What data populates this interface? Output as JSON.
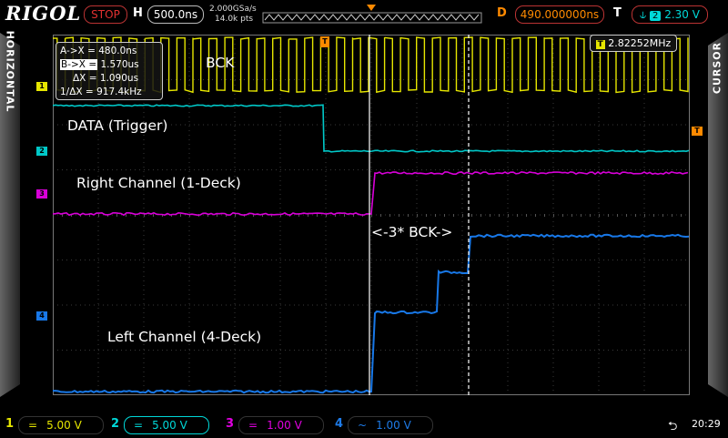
{
  "top": {
    "brand": "RIGOL",
    "run_status": "STOP",
    "h_label": "H",
    "timebase": "500.0ns",
    "sample_rate": "2.000GSa/s",
    "memory_depth": "14.0k pts",
    "delay_label": "D",
    "delay": "490.000000ns",
    "trigger_label": "T",
    "trigger_channel": "2",
    "trigger_level": "2.30 V"
  },
  "side": {
    "left": "HORIZONTAL",
    "right": "CURSOR"
  },
  "cursor": {
    "a_label": "A->X =",
    "a_value": "480.0ns",
    "b_label": "B->X =",
    "b_value": "1.570us",
    "dx_label": "ΔX =",
    "dx_value": "1.090us",
    "inv_label": "1/ΔX =",
    "inv_value": "917.4kHz",
    "freq_icon": "T",
    "freq_value": "2.82252MHz"
  },
  "annotations": {
    "bck": "BCK",
    "data": "DATA (Trigger)",
    "right": "Right Channel (1-Deck)",
    "bck_span": "<-3* BCK->",
    "left": "Left Channel (4-Deck)"
  },
  "markers": {
    "ch1": "1",
    "ch2": "2",
    "ch3": "3",
    "ch4": "4",
    "trig": "T"
  },
  "channels": [
    {
      "num": "1",
      "coupling": "=",
      "scale": "5.00 V",
      "color": "#e6e600"
    },
    {
      "num": "2",
      "coupling": "=",
      "scale": "5.00 V",
      "color": "#00d8d8"
    },
    {
      "num": "3",
      "coupling": "=",
      "scale": "1.00 V",
      "color": "#e000e0"
    },
    {
      "num": "4",
      "coupling": "~",
      "scale": "1.00 V",
      "color": "#1e7be8"
    }
  ],
  "status": {
    "time": "20:29"
  },
  "colors": {
    "ch1": "#e6e600",
    "ch2": "#00c8c8",
    "ch3": "#d800d8",
    "ch4": "#1878e8",
    "accent": "#ff8a00",
    "stop": "#e03030"
  }
}
